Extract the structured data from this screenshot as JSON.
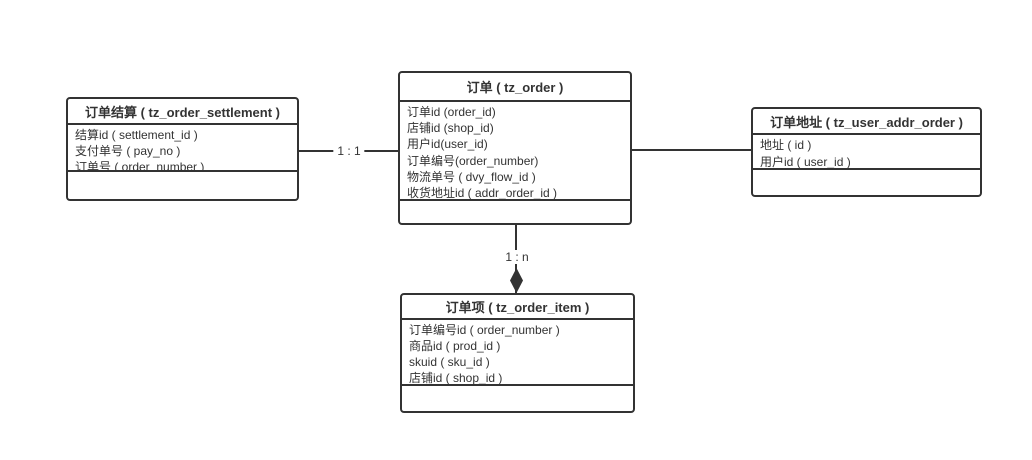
{
  "diagram": {
    "colors": {
      "border": "#333333",
      "text": "#333333",
      "background": "#ffffff"
    },
    "entities": [
      {
        "name": "tz_order_settlement",
        "title": "订单结算 ( tz_order_settlement )",
        "fields": [
          "结算id ( settlement_id )",
          "支付单号 ( pay_no )",
          "订单号 ( order_number )"
        ]
      },
      {
        "name": "tz_order",
        "title": "订单 ( tz_order )",
        "fields": [
          "订单id (order_id)",
          "店铺id (shop_id)",
          "用户id(user_id)",
          "订单编号(order_number)",
          "物流单号 ( dvy_flow_id )",
          "收货地址id ( addr_order_id )"
        ]
      },
      {
        "name": "tz_user_addr_order",
        "title": "订单地址 ( tz_user_addr_order )",
        "fields": [
          "地址 ( id )",
          "用户id ( user_id )"
        ]
      },
      {
        "name": "tz_order_item",
        "title": "订单项 ( tz_order_item )",
        "fields": [
          "订单编号id ( order_number )",
          "商品id ( prod_id )",
          "skuid ( sku_id )",
          "店铺id ( shop_id )"
        ]
      }
    ],
    "relations": [
      {
        "from": "tz_order_settlement",
        "to": "tz_order",
        "label": "1 : 1",
        "arrow": "none"
      },
      {
        "from": "tz_order",
        "to": "tz_user_addr_order",
        "label": "",
        "arrow": "none"
      },
      {
        "from": "tz_order",
        "to": "tz_order_item",
        "label": "1 : n",
        "arrow": "filled-diamond"
      }
    ]
  }
}
